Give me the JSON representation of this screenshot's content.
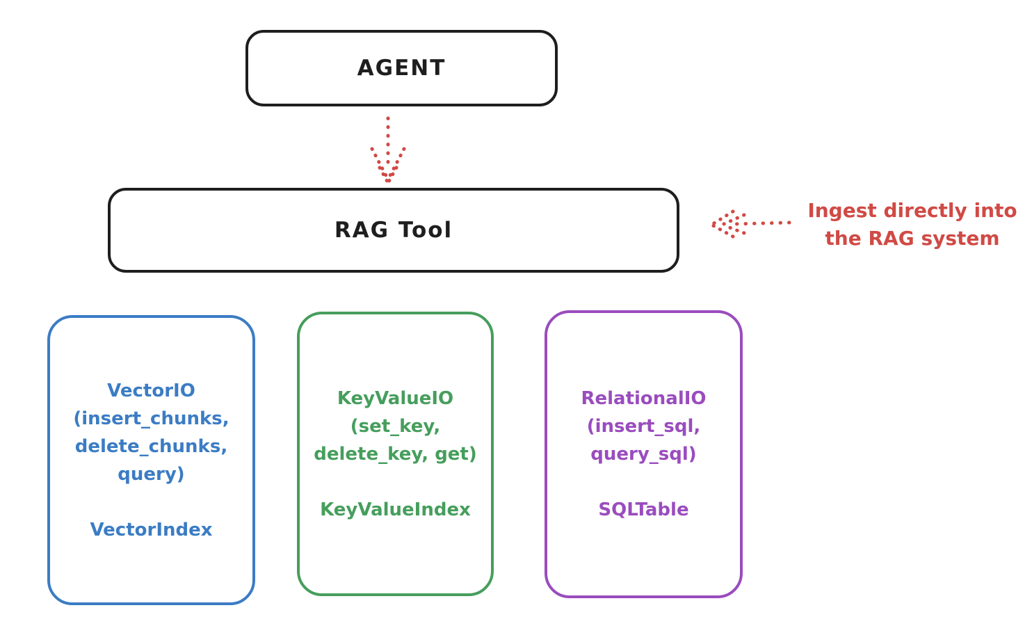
{
  "diagram": {
    "title_hint": "RAG Tool architecture sketch",
    "colors": {
      "ink": "#1e1e1e",
      "red": "#d04a45",
      "blue": "#3b7cc4",
      "green": "#469e5c",
      "purple": "#9a4cbe",
      "background": "#ffffff"
    },
    "agent_box": {
      "label": "AGENT"
    },
    "rag_tool_box": {
      "label": "RAG Tool"
    },
    "annotation": {
      "line1": "Ingest directly into",
      "line2": "the RAG system",
      "color": "#d04a45"
    },
    "arrows": [
      {
        "name": "agent-to-rag-arrow",
        "style": "dotted",
        "color": "#d04a45",
        "direction": "down"
      },
      {
        "name": "annotation-to-rag-arrow",
        "style": "dotted",
        "color": "#d04a45",
        "direction": "left"
      }
    ],
    "stores": [
      {
        "name": "vector-io",
        "color": "#3b7cc4",
        "lines": [
          "VectorIO",
          "(insert_chunks,",
          "delete_chunks,",
          "query)"
        ],
        "index_label": "VectorIndex"
      },
      {
        "name": "key-value-io",
        "color": "#469e5c",
        "lines": [
          "KeyValueIO",
          "(set_key,",
          "delete_key, get)"
        ],
        "index_label": "KeyValueIndex"
      },
      {
        "name": "relational-io",
        "color": "#9a4cbe",
        "lines": [
          "RelationalIO",
          "(insert_sql,",
          "query_sql)"
        ],
        "index_label": "SQLTable"
      }
    ]
  }
}
